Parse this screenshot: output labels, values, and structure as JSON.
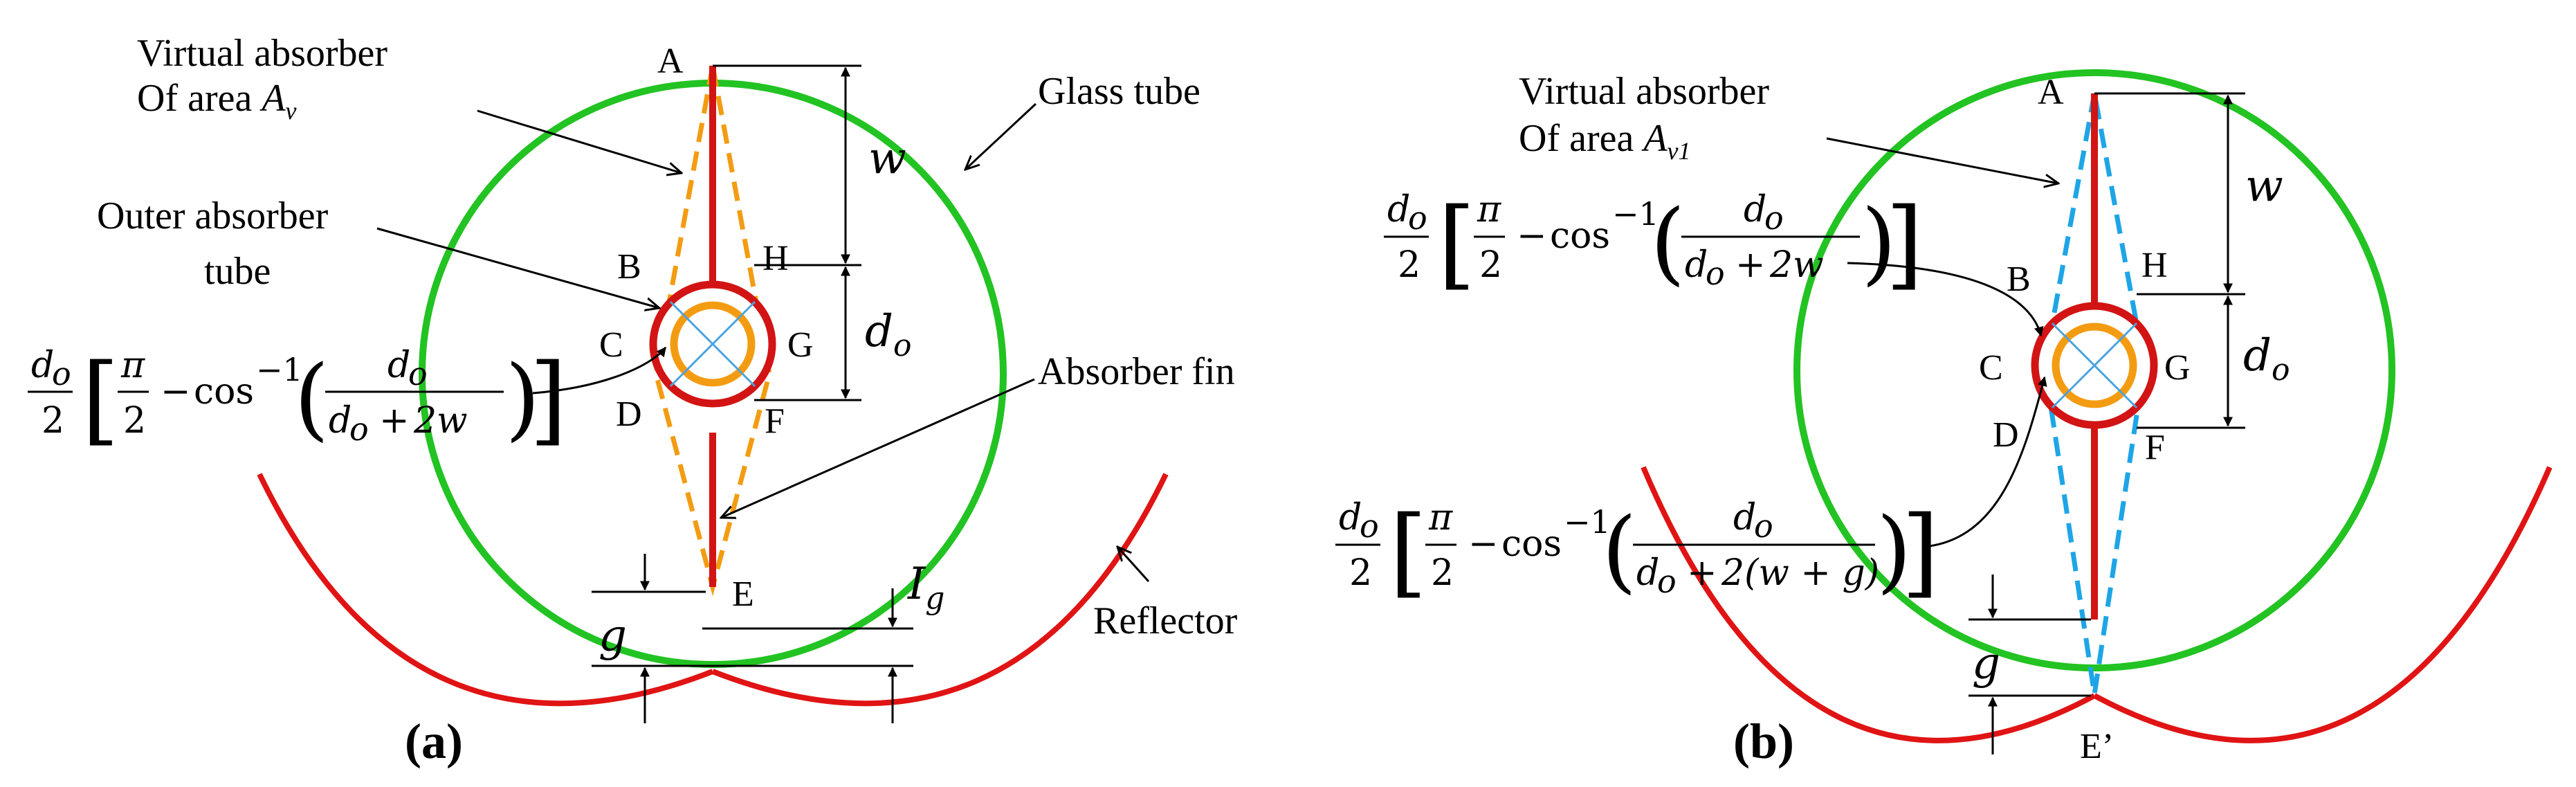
{
  "colors": {
    "glass_tube": "#22c322",
    "reflector": "#e01414",
    "absorber_fin": "#d21414",
    "absorber_tube_outer": "#d21414",
    "absorber_tube_inner": "#f39c12",
    "virtual_absorber_a": "#f39c12",
    "virtual_absorber_b": "#1ea5e6",
    "cross_lines": "#4aa3e0",
    "annotation": "#000000"
  },
  "panel_a": {
    "caption": "(a)",
    "virtual_absorber_line1": "Virtual absorber",
    "virtual_absorber_line2_prefix": "Of area ",
    "virtual_absorber_symbol": "A",
    "virtual_absorber_sub": "v",
    "glass_tube": "Glass tube",
    "outer_absorber_line1": "Outer absorber",
    "outer_absorber_line2": "tube",
    "absorber_fin": "Absorber fin",
    "reflector": "Reflector",
    "points": {
      "A": "A",
      "B": "B",
      "C": "C",
      "D": "D",
      "E": "E",
      "F": "F",
      "G": "G",
      "H": "H"
    },
    "dim_w": "w",
    "dim_do": "d",
    "dim_do_sub": "o",
    "dim_ig": "I",
    "dim_ig_sub": "g",
    "dim_g": "g",
    "formula": {
      "d": "d",
      "o": "o",
      "two": "2",
      "pi": "π",
      "minus": "−",
      "cos": "cos",
      "exp": "−1",
      "plus": "+",
      "denominator_tail": "2w",
      "lbrack": "[",
      "rbrack": "]",
      "lparen": "(",
      "rparen": ")"
    }
  },
  "panel_b": {
    "caption": "(b)",
    "virtual_absorber_line1": "Virtual absorber",
    "virtual_absorber_line2_prefix": "Of area ",
    "virtual_absorber_symbol": "A",
    "virtual_absorber_sub": "v1",
    "points": {
      "A": "A",
      "B": "B",
      "C": "C",
      "D": "D",
      "E_prime": "E’",
      "F": "F",
      "G": "G",
      "H": "H"
    },
    "dim_w": "w",
    "dim_do": "d",
    "dim_do_sub": "o",
    "dim_g": "g",
    "formula_1": {
      "d": "d",
      "o": "o",
      "two": "2",
      "pi": "π",
      "minus": "−",
      "cos": "cos",
      "exp": "−1",
      "plus": "+",
      "denominator_tail": "2w",
      "lbrack": "[",
      "rbrack": "]",
      "lparen": "(",
      "rparen": ")"
    },
    "formula_2": {
      "d": "d",
      "o": "o",
      "two": "2",
      "pi": "π",
      "minus": "−",
      "cos": "cos",
      "exp": "−1",
      "plus": "+",
      "denominator_tail": "2(w + g)",
      "lbrack": "[",
      "rbrack": "]",
      "lparen": "(",
      "rparen": ")"
    }
  }
}
